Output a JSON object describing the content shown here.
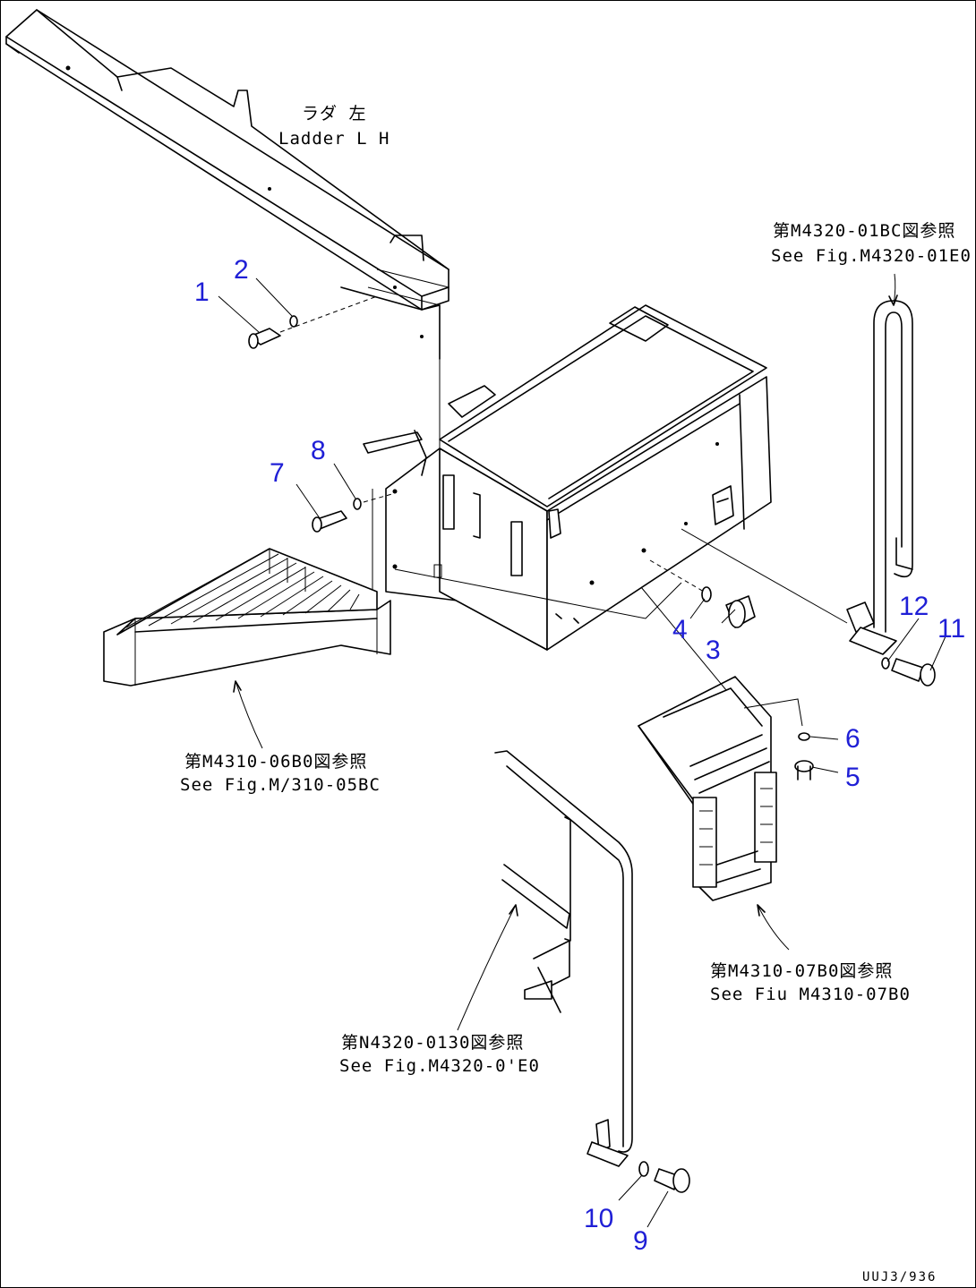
{
  "diagram": {
    "labels": {
      "ladder_jp": "ラダ  左",
      "ladder_en": "Ladder L H",
      "ref_tr_jp": "第M4320-01BC図参照",
      "ref_tr_en": "See Fig.M4320-01E0",
      "ref_l_jp": "第M4310-06B0図参照",
      "ref_l_en": "See Fig.M/310-05BC",
      "ref_r_jp": "第M4310-07B0図参照",
      "ref_r_en": "See Fiu M4310-07B0",
      "ref_b_jp": "第N4320-0130図参照",
      "ref_b_en": "See Fig.M4320-0'E0"
    },
    "callouts": [
      "1",
      "2",
      "3",
      "4",
      "5",
      "6",
      "7",
      "8",
      "9",
      "10",
      "11",
      "12"
    ],
    "drawing_code": "UUJ3/936"
  }
}
